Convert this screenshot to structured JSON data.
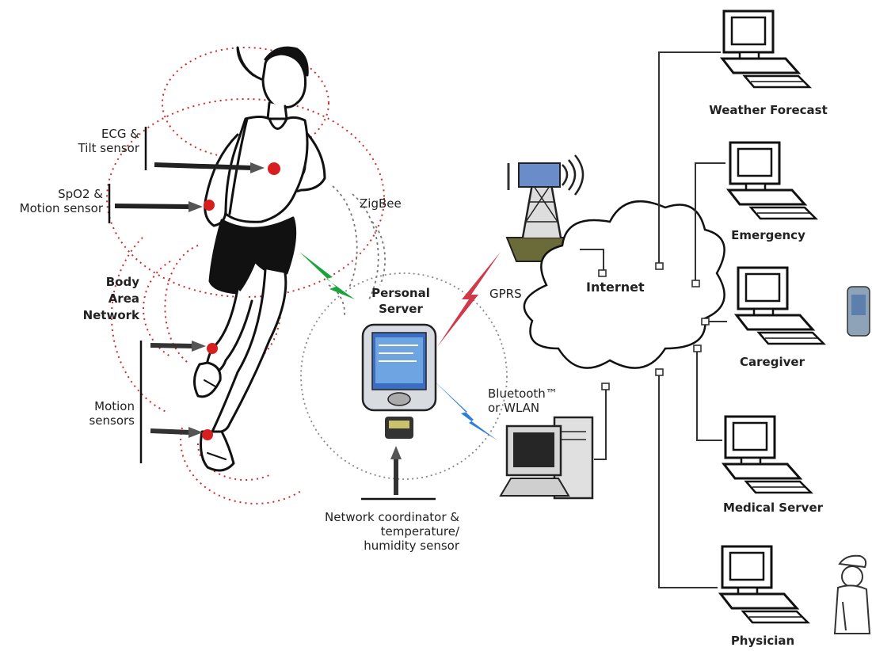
{
  "sensors": {
    "ecg_line1": "ECG &",
    "ecg_line2": "Tilt sensor",
    "spo2_line1": "SpO2 &",
    "spo2_line2": "Motion sensor",
    "motion_line1": "Motion",
    "motion_line2": "sensors"
  },
  "ban": {
    "line1": "Body",
    "line2": "Area",
    "line3": "Network"
  },
  "links": {
    "zigbee": "ZigBee",
    "gprs": "GPRS",
    "bluetooth_line1": "Bluetooth™",
    "bluetooth_line2": "or WLAN"
  },
  "personal_server": {
    "line1": "Personal",
    "line2": "Server"
  },
  "coordinator": {
    "line1": "Network coordinator &",
    "line2": "temperature/",
    "line3": "humidity sensor"
  },
  "internet": "Internet",
  "endpoints": {
    "weather": "Weather Forecast",
    "emergency": "Emergency",
    "caregiver": "Caregiver",
    "medical": "Medical Server",
    "physician": "Physician"
  },
  "colors": {
    "dotted": "#d22a2a",
    "zigbee_bolt": "#1aa33a",
    "gprs_bolt": "#d1384a",
    "bluetooth_bolt": "#2f7fd8",
    "sensor_dot": "#d81f1f"
  }
}
